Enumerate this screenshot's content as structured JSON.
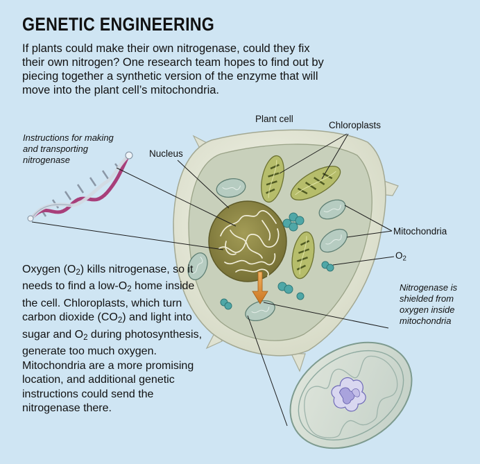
{
  "title": "GENETIC ENGINEERING",
  "intro": "If plants could make their own nitrogenase, could they fix their own nitrogen? One research team hopes to find out by piecing together a synthetic version of the enzyme that will move into the plant cell’s mitochondria.",
  "labels": {
    "plant_cell": "Plant cell",
    "chloroplasts": "Chloroplasts",
    "nucleus": "Nucleus",
    "mitochondria": "Mitochondria",
    "o2_letter": "O",
    "o2_sub": "2"
  },
  "dna_caption": {
    "line1": "Instructions for making",
    "line2": "and transporting",
    "line3": "nitrogenase"
  },
  "shield_caption": {
    "line1": "Nitrogenase is",
    "line2": "shielded from",
    "line3": "oxygen inside",
    "line4": "mitochondria"
  },
  "body": {
    "p1": "Oxygen (O",
    "p1_sub": "2",
    "p2": ") kills nitrogenase, so it needs to find a low-O",
    "p2_sub": "2",
    "p3": " home inside the cell. Chloroplasts, which turn carbon dioxide (CO",
    "p3_sub": "2",
    "p4": ") and light into sugar and O",
    "p4_sub": "2",
    "p5": " during photosynthesis, generate too much oxygen. Mitochondria are a more promising location, and additional genetic instructions could send the nitrogenase there."
  },
  "colors": {
    "background": "#cfe5f3",
    "cell_wall": "#e6e8d9",
    "cytoplasm": "#c9d1bc",
    "nucleus": "#8d8745",
    "chloroplast": "#b7bd6c",
    "mitochondrion": "#b6ccc1",
    "oxygen": "#4fa7a7",
    "arrow": "#d9862a",
    "dna_helix": "#a83f7a"
  }
}
